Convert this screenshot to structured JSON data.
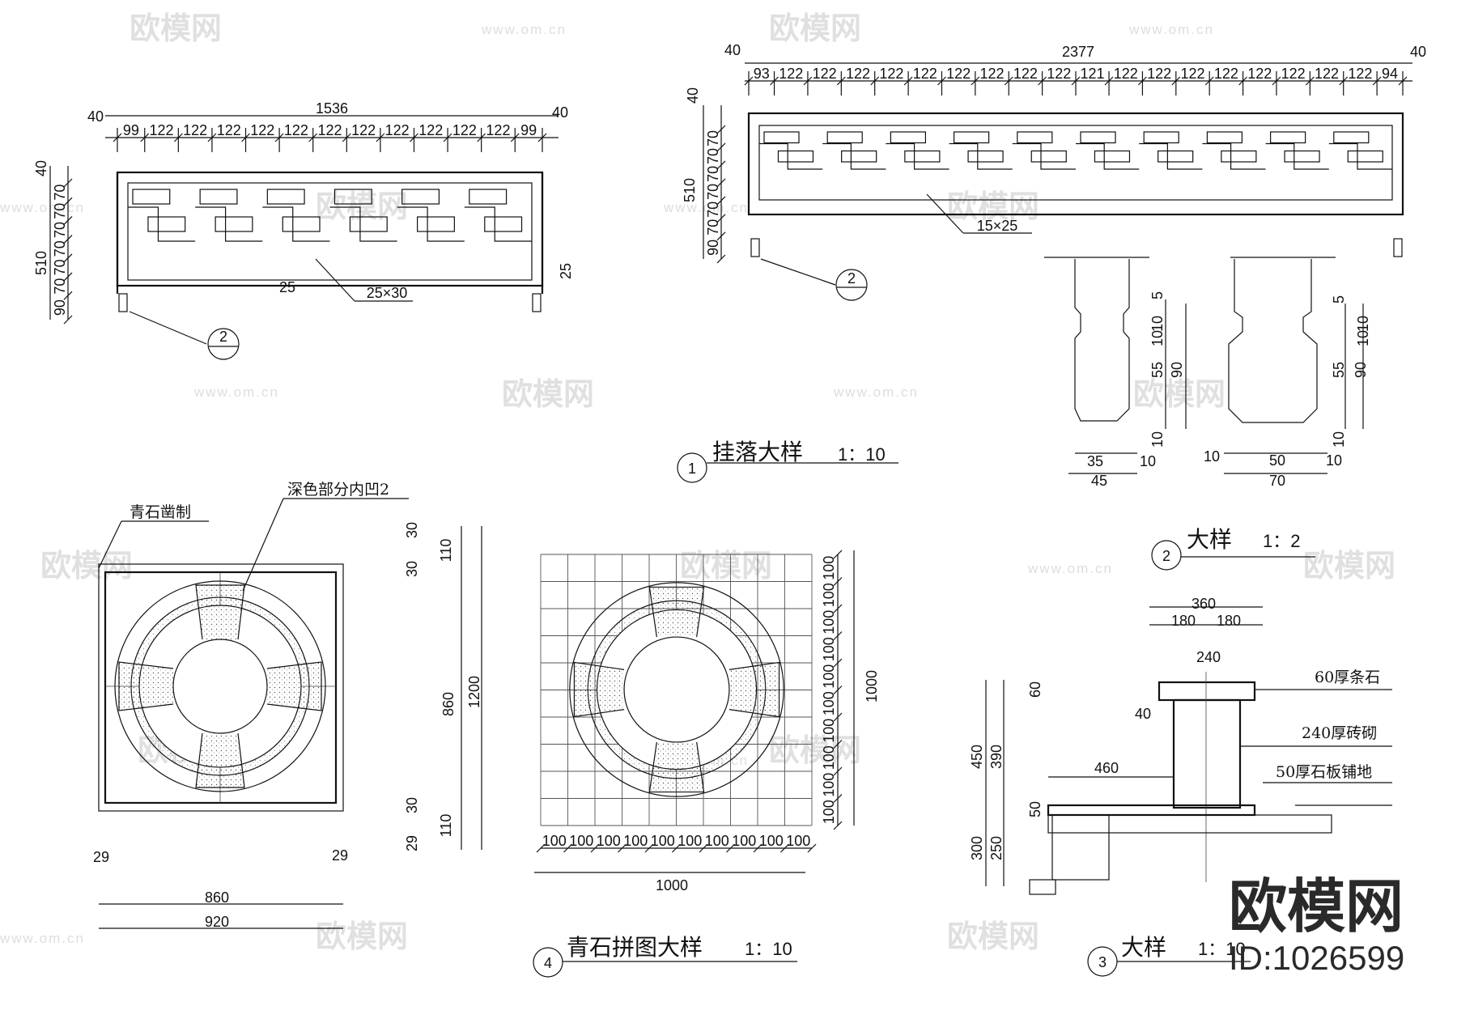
{
  "watermark": {
    "text": "欧模网",
    "url": "www.om.cn",
    "url_partial": "om.cn"
  },
  "brand": {
    "name": "欧模网",
    "id": "ID:1026599"
  },
  "detail1": {
    "title": "挂落大样",
    "scale": "1：10",
    "num": "1",
    "left": {
      "overall": "1536",
      "end_left": "40",
      "end_right": "40",
      "segments": [
        "99",
        "122",
        "122",
        "122",
        "122",
        "122",
        "122",
        "122",
        "122",
        "122",
        "122",
        "122",
        "99"
      ],
      "height": "510",
      "v_top": "40",
      "v_segs": [
        "90",
        "70",
        "70",
        "70",
        "70",
        "70",
        "70"
      ],
      "note_25": "25",
      "note_25x30": "25×30",
      "note_side_25": "25",
      "ref": "2"
    },
    "right": {
      "overall": "2377",
      "end_left": "40",
      "end_right": "40",
      "segments": [
        "93",
        "122",
        "122",
        "122",
        "122",
        "122",
        "122",
        "122",
        "122",
        "122",
        "121",
        "122",
        "122",
        "122",
        "122",
        "122",
        "122",
        "122",
        "122",
        "94"
      ],
      "height": "510",
      "v_top": "40",
      "v_segs": [
        "90",
        "70",
        "70",
        "70",
        "70",
        "70",
        "70"
      ],
      "note_15x25": "15×25",
      "ref": "2"
    }
  },
  "detail2": {
    "title": "大样",
    "scale": "1：2",
    "num": "2",
    "a": {
      "d5": "5",
      "d10a": "10",
      "d10b": "10",
      "d55": "55",
      "d90": "90",
      "d10c": "10",
      "w35": "35",
      "w10": "10",
      "w45": "45"
    },
    "b": {
      "d5": "5",
      "d10a": "10",
      "d10b": "10",
      "d55": "55",
      "d90": "90",
      "d10c": "10",
      "w10l": "10",
      "w50": "50",
      "w10r": "10",
      "w70": "70"
    }
  },
  "detail3": {
    "title": "大样",
    "scale": "1：10",
    "num": "3",
    "w360": "360",
    "w180a": "180",
    "w180b": "180",
    "w240": "240",
    "w40": "40",
    "w460": "460",
    "h60": "60",
    "h450": "450",
    "h390": "390",
    "h50": "50",
    "h300": "300",
    "h250": "250",
    "label_stone": "60厚条石",
    "label_brick": "240厚砖砌",
    "label_floor": "50厚石板铺地"
  },
  "detail4": {
    "title": "青石拼图大样",
    "scale": "1：10",
    "num": "4",
    "label_material": "青石凿制",
    "label_recess": "深色部分内凹2",
    "w29a": "29",
    "w29b": "29",
    "w860": "860",
    "w920": "920",
    "v30a": "30",
    "v110a": "110",
    "v30b": "30",
    "v860": "860",
    "v1200": "1200",
    "v30c": "30",
    "v110b": "110",
    "v29": "29",
    "grid_cell": "100",
    "grid_total_h": "1000",
    "grid_total_w": "1000"
  }
}
